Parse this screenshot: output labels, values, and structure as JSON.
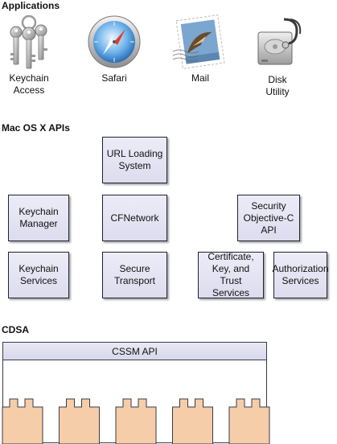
{
  "sections": {
    "applications": "Applications",
    "apis": "Mac OS X APIs",
    "cdsa": "CDSA"
  },
  "apps": [
    {
      "label": "Keychain\nAccess",
      "icon": "keychain-icon"
    },
    {
      "label": "Safari",
      "icon": "safari-compass-icon"
    },
    {
      "label": "Mail",
      "icon": "mail-stamp-icon"
    },
    {
      "label": "Disk\nUtility",
      "icon": "disk-utility-icon"
    }
  ],
  "apis": {
    "url_loading": "URL Loading\nSystem",
    "keychain_manager": "Keychain\nManager",
    "cfnetwork": "CFNetwork",
    "security_objc": "Security\nObjective-C\nAPI",
    "keychain_services": "Keychain\nServices",
    "secure_transport": "Secure\nTransport",
    "cert_trust": "Certificate,\nKey, and Trust\nServices",
    "authorization": "Authorization\nServices"
  },
  "cdsa": {
    "cssm_api": "CSSM API",
    "plugin_count": 5
  },
  "colors": {
    "box_fill": "#dcdcee",
    "box_border": "#1f2230",
    "plugin_fill": "#f6cda9",
    "plugin_border": "#3a3a46"
  }
}
